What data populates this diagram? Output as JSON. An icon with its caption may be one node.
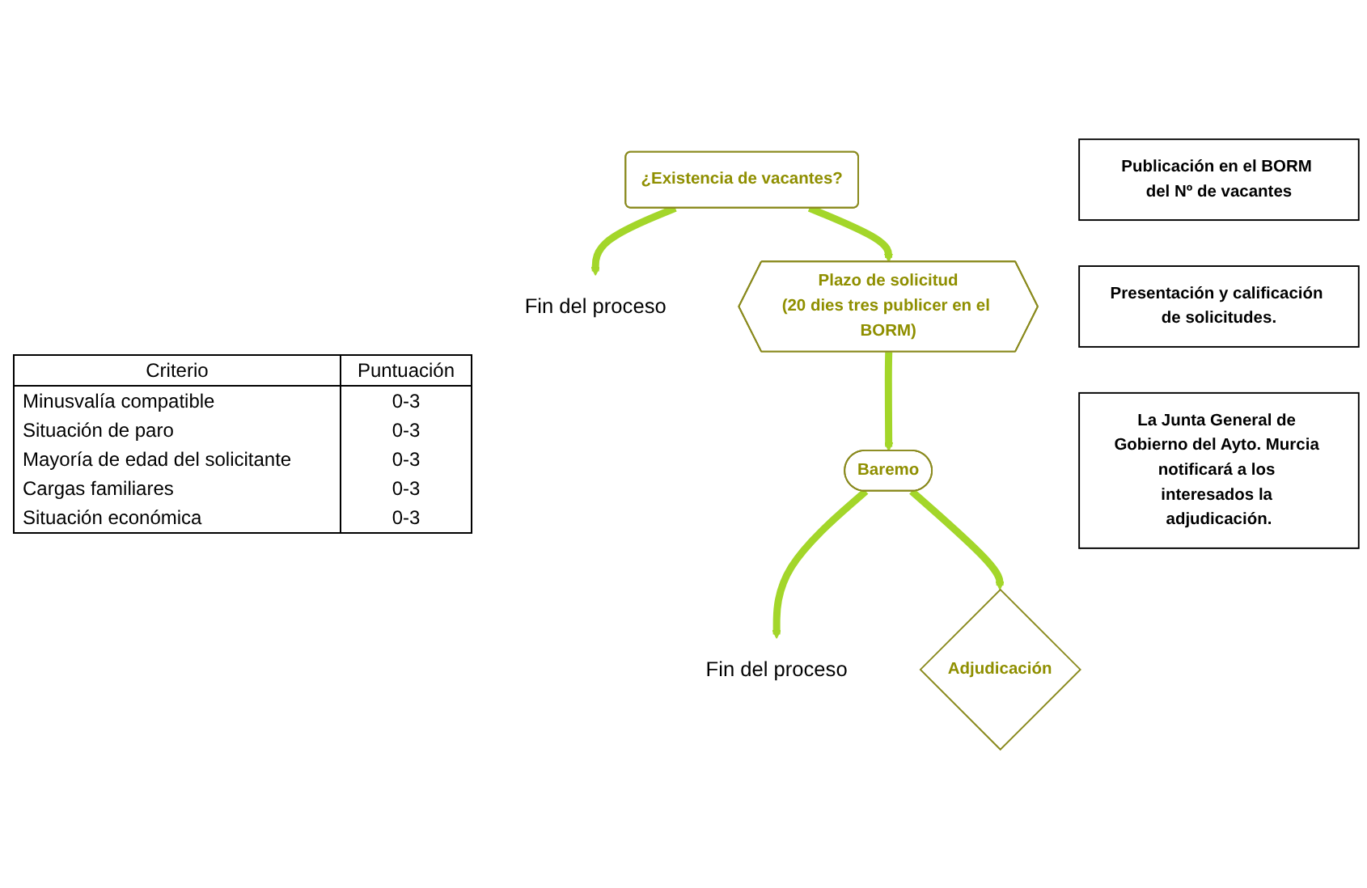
{
  "diagram": {
    "nodes": [
      {
        "text": [
          "Publicación en el BORM del Nº de vacantes"
        ]
      },
      {
        "text": [
          "¿Existencia de vacantes?"
        ]
      },
      {
        "text": [
          "Fin del proceso"
        ]
      },
      {
        "text": [
          "Presentación y calificación de solicitudes."
        ]
      },
      {
        "text": [
          "Plazo de solicitud",
          "(20 dies tres publicer en el BORM)"
        ]
      },
      {
        "text": [
          "Baremo"
        ]
      },
      {
        "text": [
          "Fin del proceso"
        ]
      },
      {
        "text": [
          "La Junta General de Gobierno del Ayto. Murcia notificará a los interesados la adjudicación."
        ]
      },
      {
        "text": [
          "Adjudicación"
        ]
      }
    ],
    "edges": [
      {
        "from": 1,
        "to": 2,
        "arrow": "to"
      },
      {
        "from": 1,
        "to": 4,
        "arrow": "to"
      },
      {
        "from": 4,
        "to": 5,
        "arrow": "to"
      },
      {
        "from": 5,
        "to": 6,
        "arrow": "to"
      },
      {
        "from": 5,
        "to": 8,
        "arrow": "to"
      }
    ],
    "labels": [
      "Criterio",
      "Puntuación",
      "Minusvalía compatible",
      "0-3",
      "Situación de paro",
      "0-3",
      "Mayoría de edad del solicitante",
      "0-3",
      "Cargas familiares",
      "0-3",
      "Situación económica",
      "0-3"
    ]
  }
}
